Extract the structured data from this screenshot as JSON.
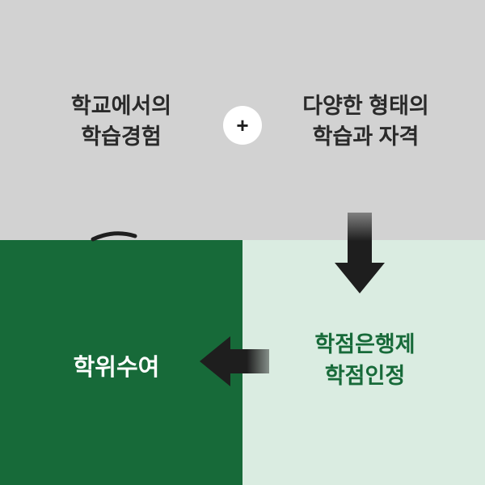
{
  "palette": {
    "top_bg": "#d2d2d2",
    "bottom_left_bg": "#176a39",
    "bottom_right_bg": "#daece1",
    "text_dark": "#2a2a2a",
    "text_green": "#176a39",
    "text_white": "#ffffff",
    "arrow": "#1e1e1e",
    "plus_circle_bg": "#ffffff"
  },
  "diagram": {
    "school_experience": {
      "line1": "학교에서의",
      "line2": "학습경험"
    },
    "plus_sign": "+",
    "various_learning": {
      "line1": "다양한 형태의",
      "line2": "학습과 자격"
    },
    "credit_recognition": {
      "line1": "학점은행제",
      "line2": "학점인정"
    },
    "degree_award": {
      "label": "학위수여"
    },
    "icons": {
      "plus": "plus-icon",
      "down_arrow": "down-arrow-icon",
      "left_arrow": "left-arrow-icon",
      "curve_mark": "curve-mark-icon"
    }
  }
}
